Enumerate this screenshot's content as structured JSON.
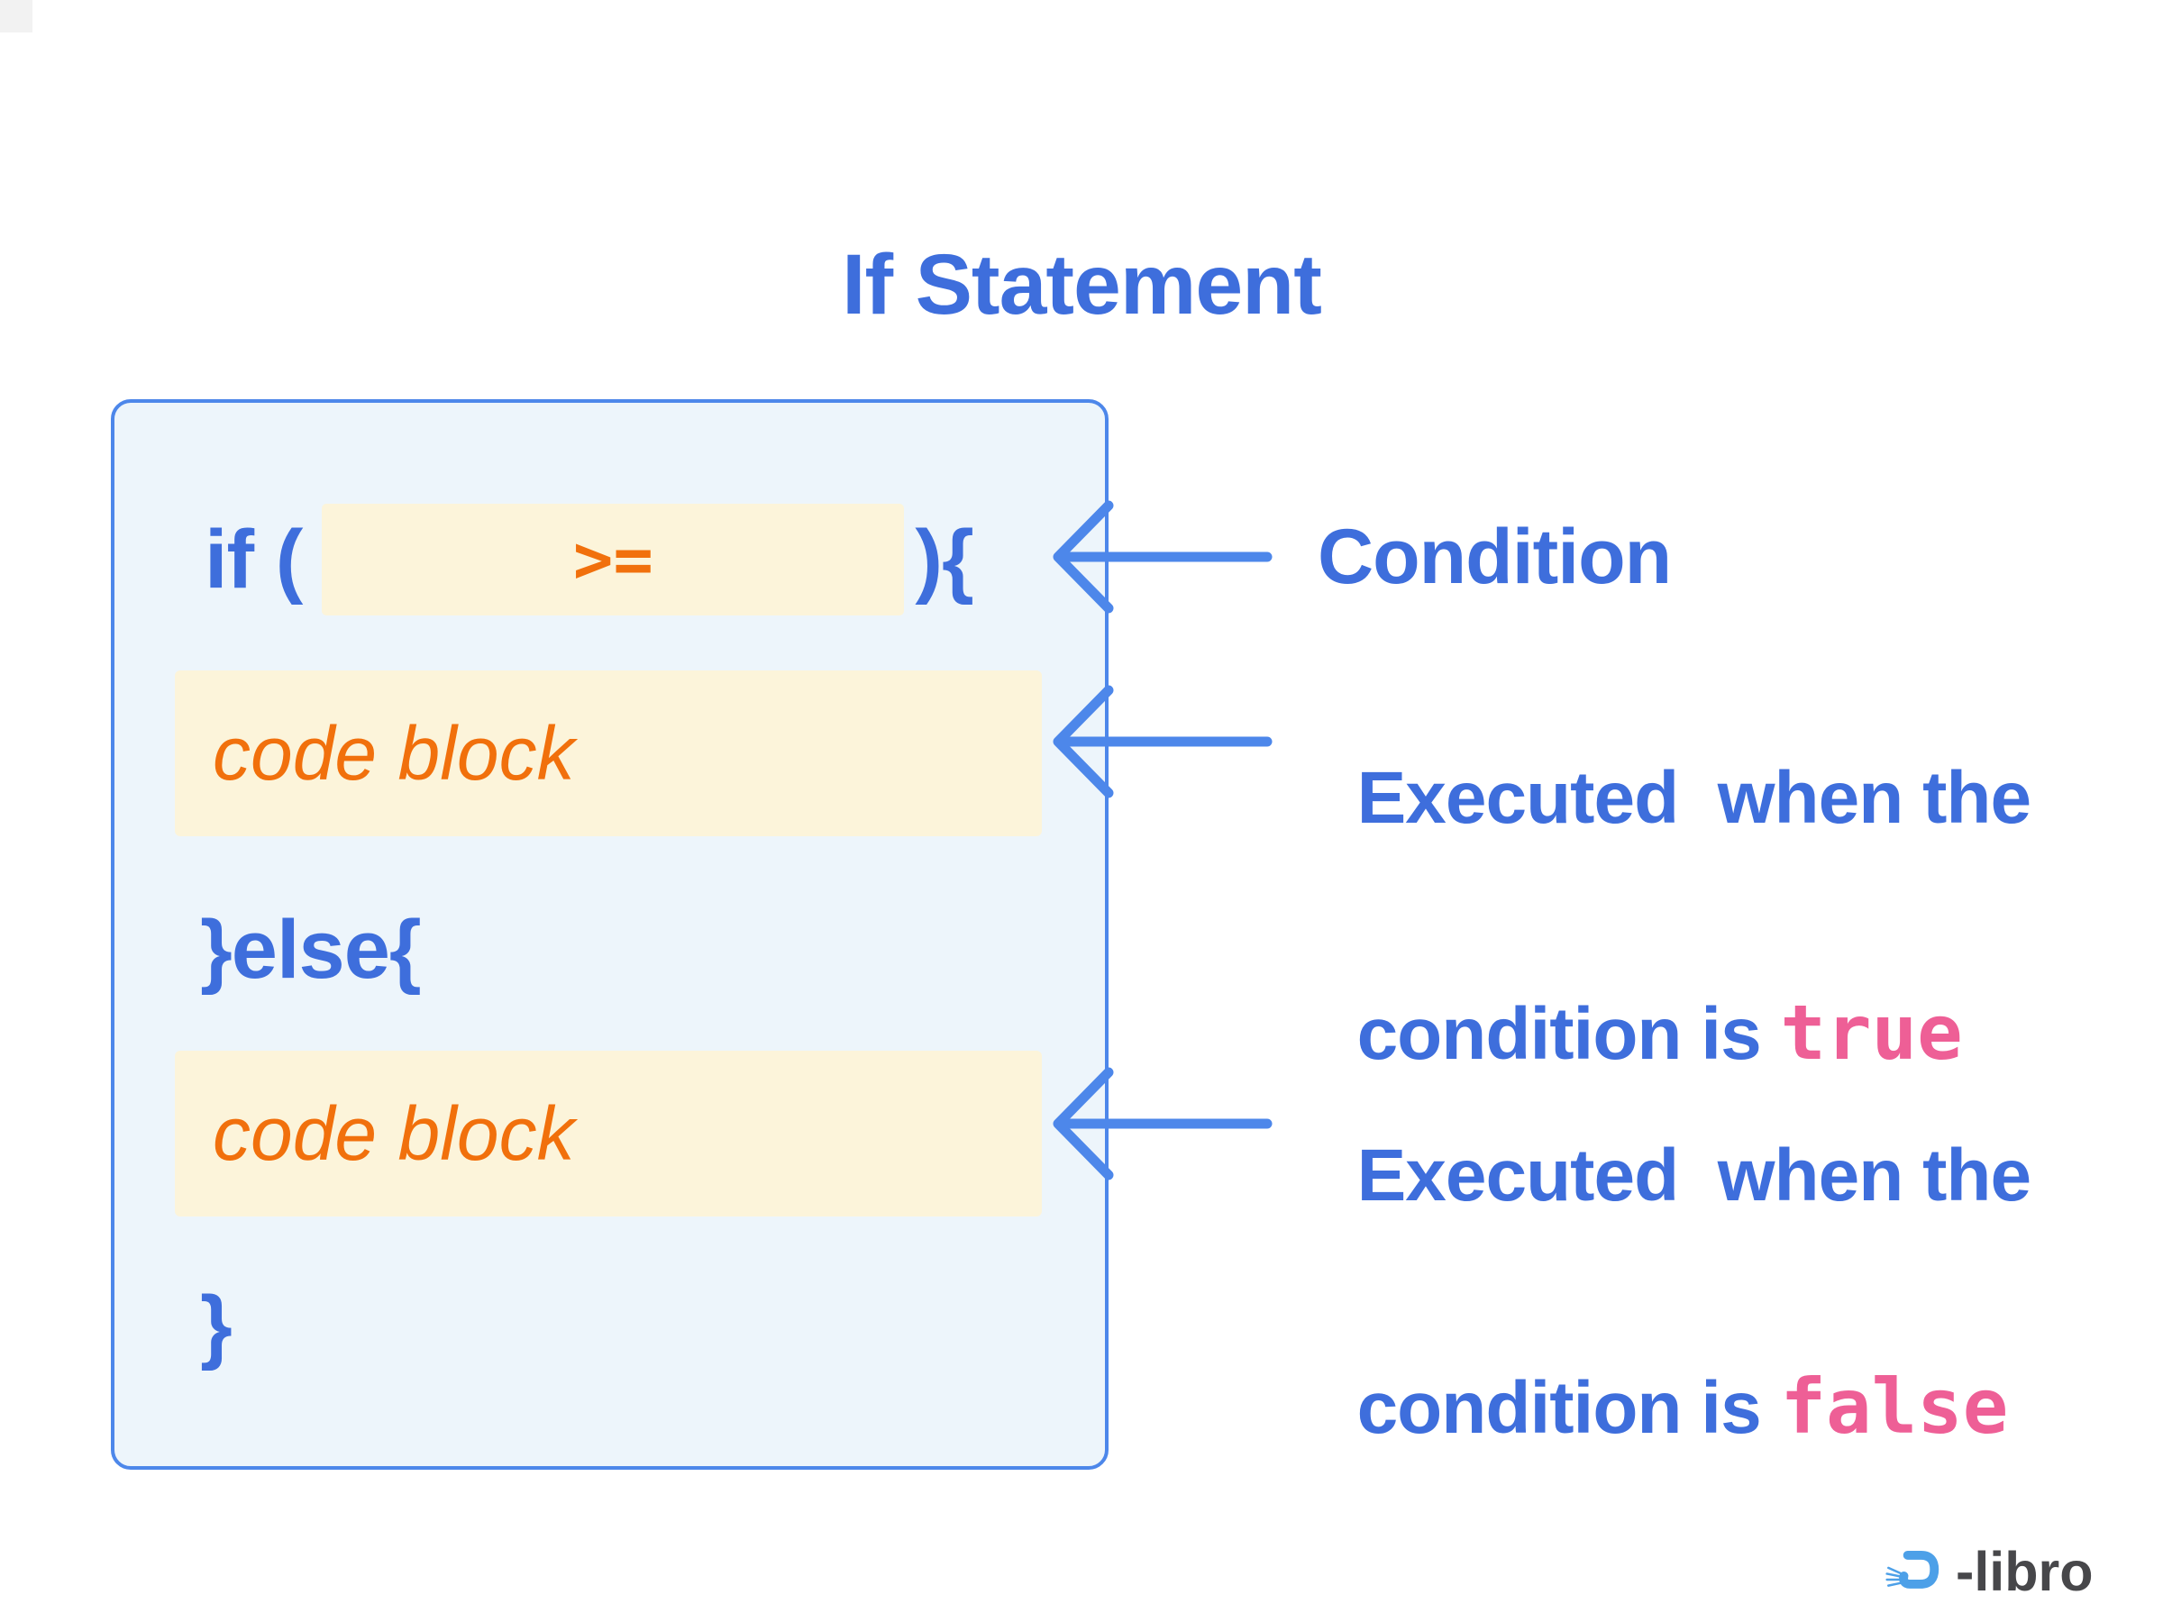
{
  "title": "If Statement",
  "code_box": {
    "if_line": {
      "prefix": "if (",
      "operator": ">=",
      "suffix": "){"
    },
    "true_branch_code": "code block",
    "else_line": "}else{",
    "false_branch_code": "code block",
    "closing_brace": "}"
  },
  "annotations": {
    "condition": {
      "label": "Condition"
    },
    "true_branch": {
      "line1": "Executed  when the",
      "line2_prefix": "condition is ",
      "keyword": "true"
    },
    "false_branch": {
      "line1": "Executed  when the",
      "line2_prefix": "condition is ",
      "keyword": "false"
    }
  },
  "branding": {
    "logo_text": "-libro"
  },
  "colors": {
    "heading_blue": "#3e6edc",
    "accent_blue": "#4d87ea",
    "box_background": "#edf5fb",
    "highlight_background": "#fcf4da",
    "code_orange": "#f1700c",
    "keyword_pink": "#ee5f96",
    "logo_blue": "#4da0e8",
    "logo_gray": "#47474a"
  }
}
